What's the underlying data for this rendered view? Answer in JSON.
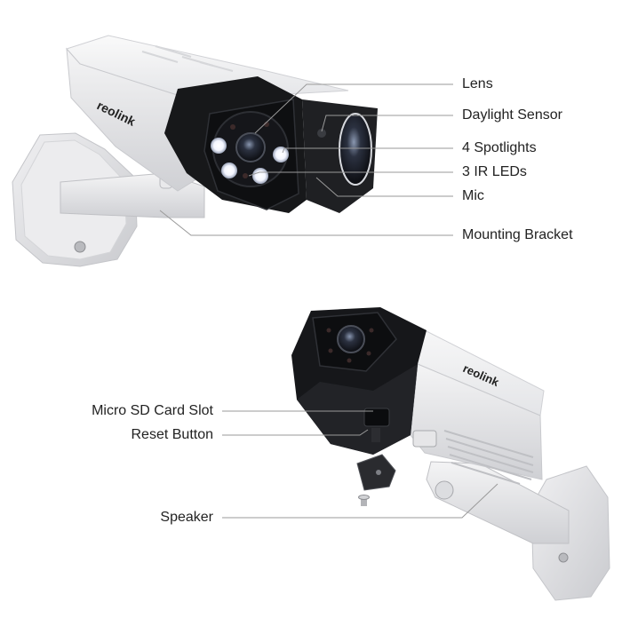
{
  "colors": {
    "housing_white": "#f2f2f3",
    "housing_shade": "#d8d9dc",
    "front_black": "#18191b",
    "bracket_grey": "#e3e3e5",
    "leader_line": "#9a9a9a",
    "label_text": "#222222"
  },
  "brand_top": "reolink",
  "brand_bottom": "reolink",
  "callouts_top": [
    {
      "id": "lens",
      "label": "Lens"
    },
    {
      "id": "daylight",
      "label": "Daylight Sensor"
    },
    {
      "id": "spotlights",
      "label": "4 Spotlights"
    },
    {
      "id": "ir",
      "label": "3 IR LEDs"
    },
    {
      "id": "mic",
      "label": "Mic"
    },
    {
      "id": "bracket",
      "label": "Mounting Bracket"
    }
  ],
  "callouts_bottom": [
    {
      "id": "sdslot",
      "label": "Micro SD Card Slot"
    },
    {
      "id": "reset",
      "label": "Reset Button"
    },
    {
      "id": "speaker",
      "label": "Speaker"
    }
  ]
}
